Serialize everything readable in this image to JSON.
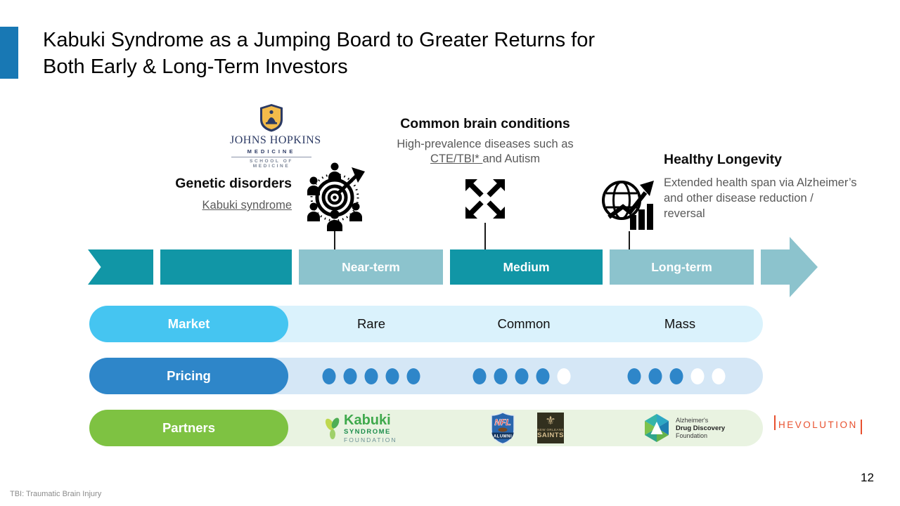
{
  "slide": {
    "title_line1": "Kabuki Syndrome as a Jumping Board to Greater Returns for",
    "title_line2": "Both Early & Long-Term Investors",
    "footnote": "TBI: Traumatic Brain Injury",
    "page_number": "12"
  },
  "jhu_logo": {
    "name": "JOHNS HOPKINS",
    "medicine": "MEDICINE",
    "school": "SCHOOL OF MEDICINE"
  },
  "columns": {
    "genetic": {
      "heading": "Genetic disorders",
      "link": "Kabuki syndrome"
    },
    "common": {
      "heading": "Common brain conditions",
      "sub_prefix": "High-prevalence diseases such as ",
      "sub_underline": "CTE/TBI* ",
      "sub_suffix": "and Autism"
    },
    "longevity": {
      "heading": "Healthy Longevity",
      "sub": "Extended health span via Alzheimer’s and other disease reduction / reversal"
    }
  },
  "icons": {
    "genetic": "target-audience-icon",
    "common": "expand-arrows-icon",
    "longevity": "globe-growth-icon"
  },
  "timeline": {
    "segments": [
      {
        "label": ""
      },
      {
        "label": ""
      },
      {
        "label": "Near-term"
      },
      {
        "label": "Medium"
      },
      {
        "label": "Long-term"
      }
    ]
  },
  "rows": {
    "market": {
      "label": "Market",
      "values": [
        "Rare",
        "Common",
        "Mass"
      ]
    },
    "pricing": {
      "label": "Pricing",
      "groups": [
        {
          "filled": 5,
          "empty": 0
        },
        {
          "filled": 4,
          "empty": 1
        },
        {
          "filled": 3,
          "empty": 2
        }
      ]
    },
    "partners": {
      "label": "Partners",
      "logos": {
        "kabuki": {
          "name": "Kabuki",
          "line2": "SYNDROME",
          "line3": "FOUNDATION"
        },
        "nfl": {
          "top": "NFL",
          "bottom": "ALUMNI"
        },
        "saints": {
          "fleur": "⚜",
          "city": "NEW ORLEANS",
          "name": "SAINTS"
        },
        "addf": {
          "line1": "Alzheimer's",
          "line2": "Drug Discovery",
          "line3": "Foundation"
        },
        "hevolution": {
          "name": "HEVOLUTION"
        }
      }
    }
  },
  "colors": {
    "accent_blue": "#1878b4",
    "teal_dark": "#1196a6",
    "teal_light": "#8cc3cd",
    "market_blue": "#45c5f1",
    "market_bg": "#daf2fc",
    "pricing_blue": "#2e86c9",
    "pricing_bg": "#d5e7f6",
    "partners_green": "#7ec242",
    "partners_bg": "#e9f3e1",
    "hevolution_red": "#e8502e",
    "connector": "#1a1a1a"
  }
}
